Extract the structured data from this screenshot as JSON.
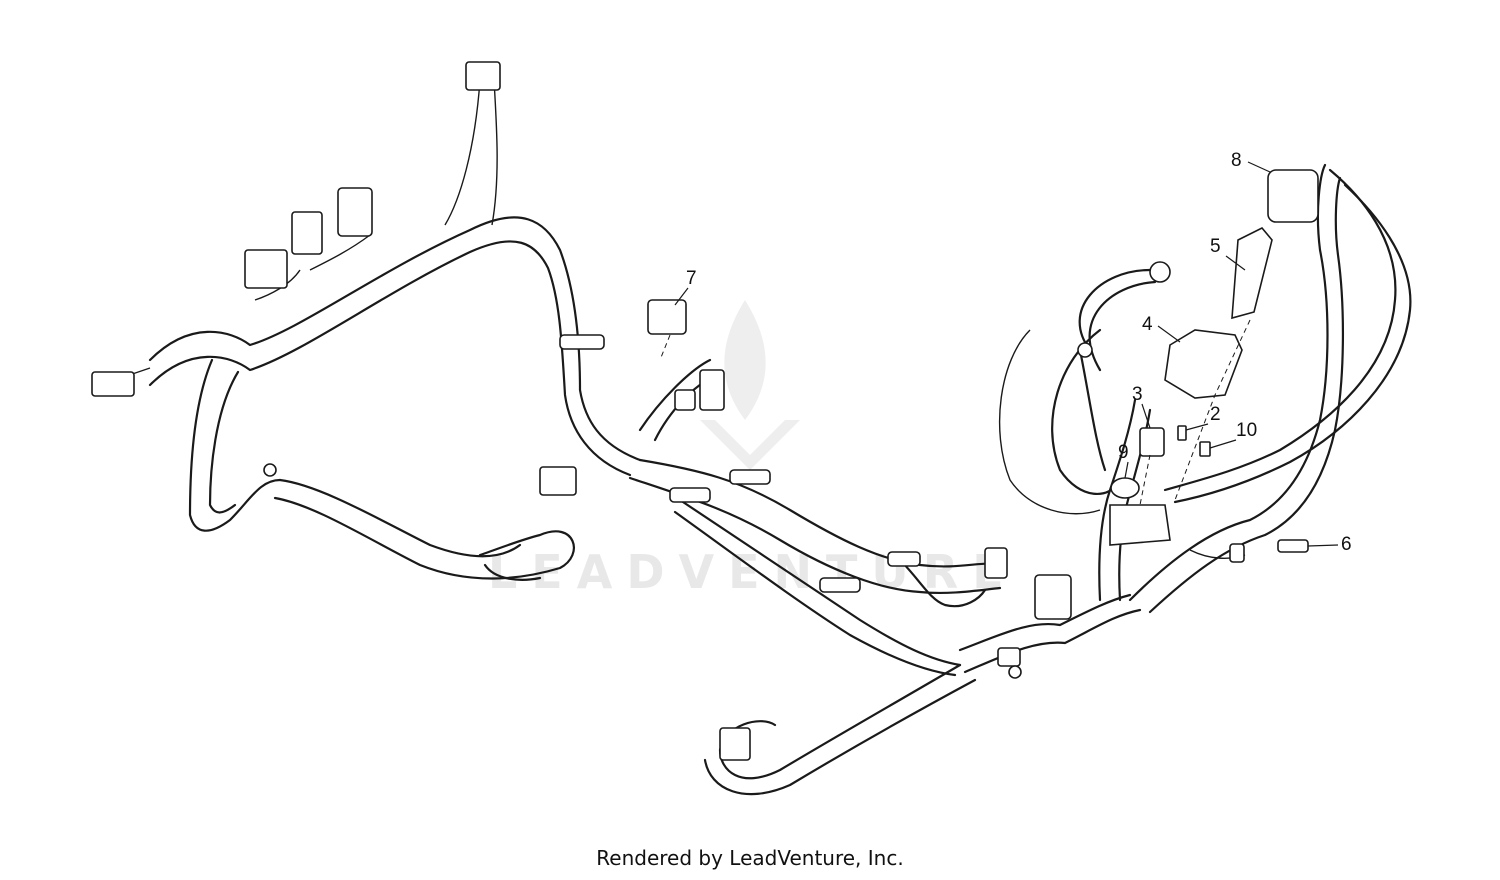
{
  "diagram": {
    "callouts": [
      {
        "id": "1",
        "label": "8"
      },
      {
        "id": "2",
        "label": "5"
      },
      {
        "id": "3",
        "label": "7"
      },
      {
        "id": "4",
        "label": "4"
      },
      {
        "id": "5",
        "label": "3"
      },
      {
        "id": "6",
        "label": "2"
      },
      {
        "id": "7",
        "label": "10"
      },
      {
        "id": "8",
        "label": "9"
      },
      {
        "id": "9",
        "label": "6"
      }
    ],
    "watermark": "LEADVENTURE"
  },
  "footer": {
    "text": "Rendered by LeadVenture, Inc."
  },
  "colors": {
    "line": "#1a1a1a",
    "background": "#ffffff",
    "watermark": "#e8e8e8"
  }
}
